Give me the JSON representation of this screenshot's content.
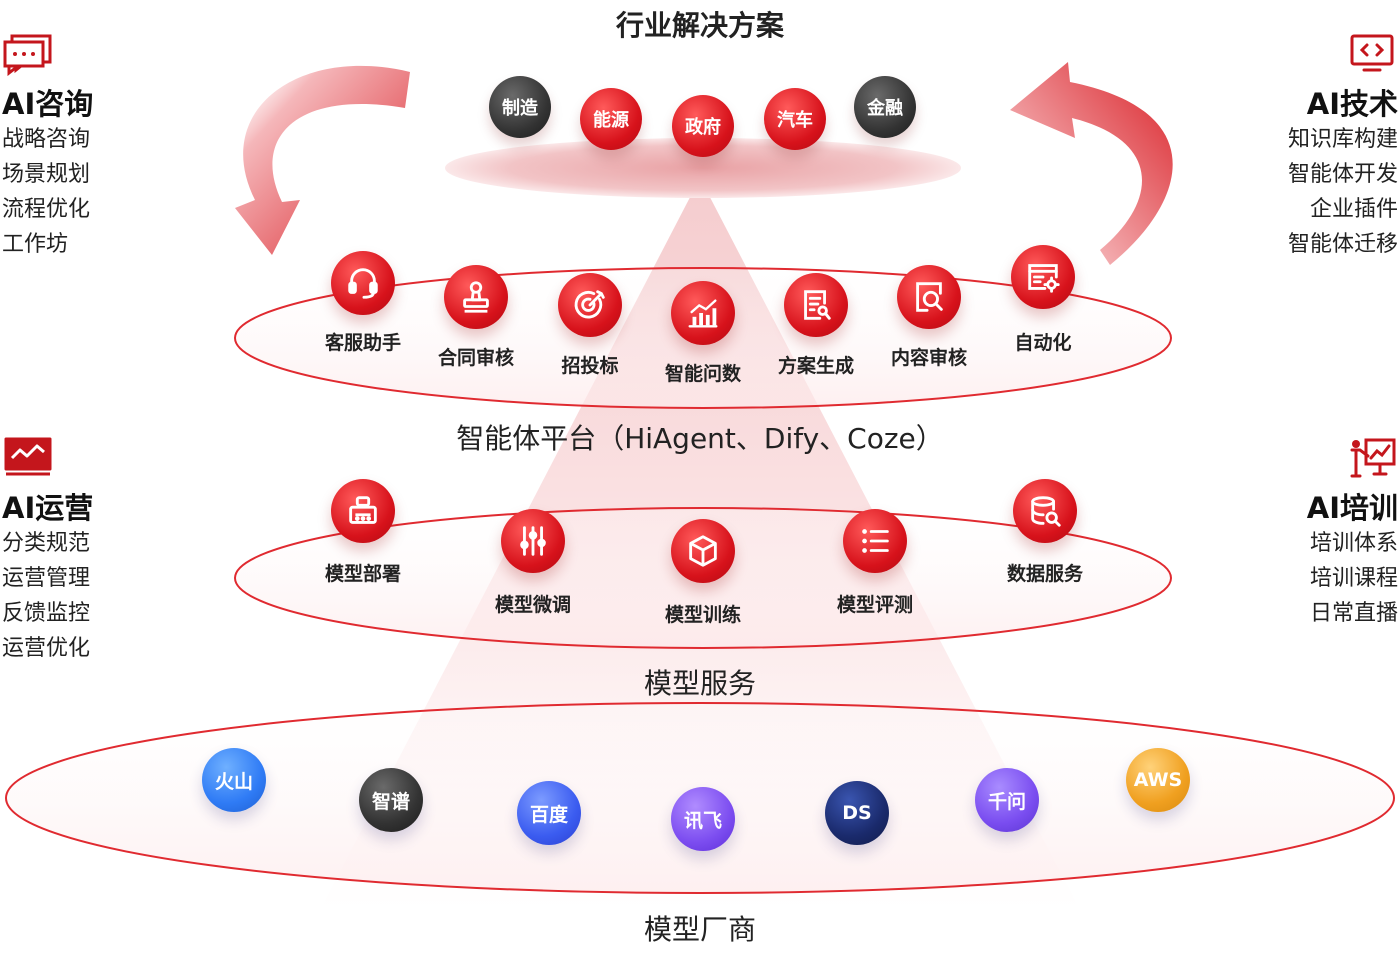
{
  "industry": {
    "title": "行业解决方案",
    "items": [
      "制造",
      "能源",
      "政府",
      "汽车",
      "金融"
    ]
  },
  "agent_platform": {
    "title": "智能体平台（HiAgent、Dify、Coze）",
    "apps": [
      {
        "label": "客服助手",
        "icon": "headset-icon"
      },
      {
        "label": "合同审核",
        "icon": "stamp-icon"
      },
      {
        "label": "招投标",
        "icon": "target-icon"
      },
      {
        "label": "智能问数",
        "icon": "chart-icon"
      },
      {
        "label": "方案生成",
        "icon": "document-search-icon"
      },
      {
        "label": "内容审核",
        "icon": "magnifier-document-icon"
      },
      {
        "label": "自动化",
        "icon": "gear-window-icon"
      }
    ]
  },
  "model_service": {
    "title": "模型服务",
    "items": [
      {
        "label": "模型部署",
        "icon": "robot-icon"
      },
      {
        "label": "模型微调",
        "icon": "sliders-icon"
      },
      {
        "label": "模型训练",
        "icon": "cube-icon"
      },
      {
        "label": "模型评测",
        "icon": "checklist-icon"
      },
      {
        "label": "数据服务",
        "icon": "database-icon"
      }
    ]
  },
  "vendors": {
    "title": "模型厂商",
    "items": [
      {
        "label": "火山",
        "color": "#2f7bf5"
      },
      {
        "label": "智谱",
        "color": "#333333"
      },
      {
        "label": "百度",
        "color": "#3b5cf0"
      },
      {
        "label": "讯飞",
        "color": "#7c4df0"
      },
      {
        "label": "DS",
        "color": "#1a2a6c"
      },
      {
        "label": "千问",
        "color": "#7a4df0"
      },
      {
        "label": "AWS",
        "color": "#f0a020"
      }
    ]
  },
  "sides": {
    "ai_consulting": {
      "title": "AI咨询",
      "items": [
        "战略咨询",
        "场景规划",
        "流程优化",
        "工作坊"
      ]
    },
    "ai_tech": {
      "title": "AI技术",
      "items": [
        "知识库构建",
        "智能体开发",
        "企业插件",
        "智能体迁移"
      ]
    },
    "ai_ops": {
      "title": "AI运营",
      "items": [
        "分类规范",
        "运营管理",
        "反馈监控",
        "运营优化"
      ]
    },
    "ai_training": {
      "title": "AI培训",
      "items": [
        "培训体系",
        "培训课程",
        "日常直播"
      ]
    }
  },
  "colors": {
    "accent": "#d7121b"
  }
}
